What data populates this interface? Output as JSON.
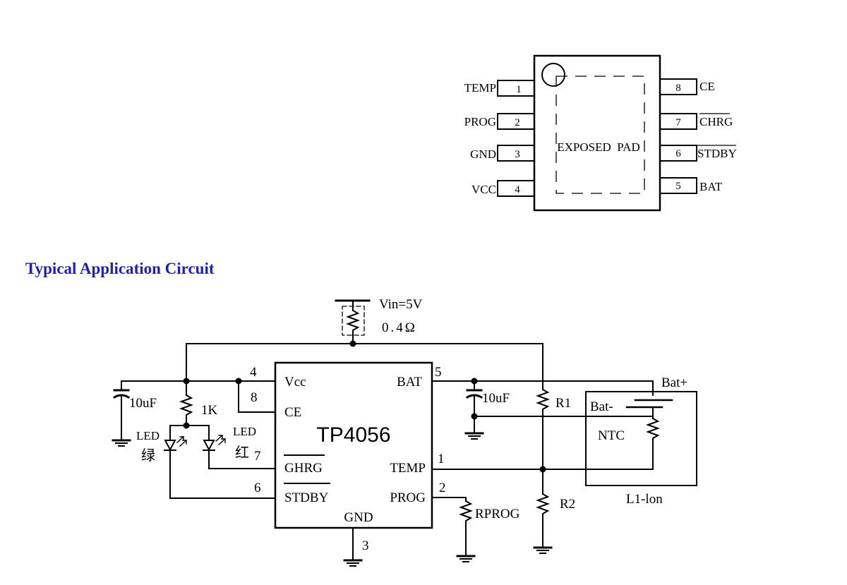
{
  "package": {
    "pad_label": "EXPOSED  PAD",
    "pins": [
      {
        "num": "1",
        "name": "TEMP",
        "overline": false
      },
      {
        "num": "2",
        "name": "PROG",
        "overline": false
      },
      {
        "num": "3",
        "name": "GND",
        "overline": false
      },
      {
        "num": "4",
        "name": "VCC",
        "overline": false
      },
      {
        "num": "5",
        "name": "BAT",
        "overline": false
      },
      {
        "num": "6",
        "name": "STDBY",
        "overline": true
      },
      {
        "num": "7",
        "name": "CHRG",
        "overline": true
      },
      {
        "num": "8",
        "name": "CE",
        "overline": false
      }
    ]
  },
  "section_title": "Typical Application Circuit",
  "circuit": {
    "ic_name": "TP4056",
    "ic_pins": {
      "vcc": "Vcc",
      "ce": "CE",
      "ghrg": "GHRG",
      "stdby": "STDBY",
      "gnd": "GND",
      "bat": "BAT",
      "temp": "TEMP",
      "prog": "PROG"
    },
    "pin_numbers": {
      "vcc": "4",
      "ce": "8",
      "ghrg": "7",
      "stdby": "6",
      "gnd": "3",
      "bat": "5",
      "temp": "1",
      "prog": "2"
    },
    "vin_label": "Vin=5V",
    "sense_resistor": "0.4Ω",
    "cap_in": "10uF",
    "cap_out": "10uF",
    "resistor_led": "1K",
    "led_green_label": "LED",
    "led_green_color": "绿",
    "led_red_label": "LED",
    "led_red_color": "红",
    "r1": "R1",
    "r2": "R2",
    "rprog": "RPROG",
    "bat_plus": "Bat+",
    "bat_minus": "Bat-",
    "ntc": "NTC",
    "battery_pack": "L1-lon"
  }
}
